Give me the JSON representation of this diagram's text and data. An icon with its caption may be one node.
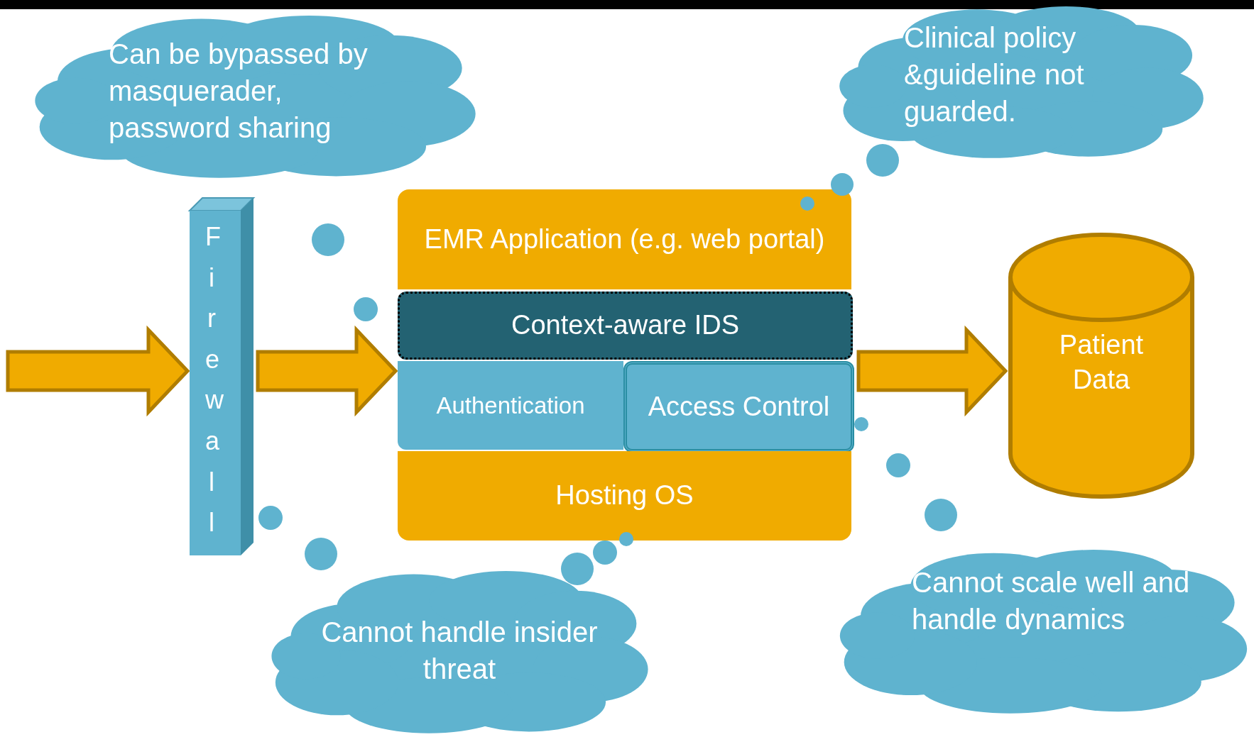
{
  "diagram": {
    "nodes": [
      {
        "text": [
          "Can be bypassed by masquerader, password sharing"
        ]
      },
      {
        "text": [
          "Clinical policy &guideline not guarded."
        ]
      },
      {
        "text": [
          "Firewall"
        ]
      },
      {
        "text": [
          "EMR Application (e.g. web portal)"
        ]
      },
      {
        "text": [
          "Context-aware IDS"
        ]
      },
      {
        "text": [
          "Authentication"
        ]
      },
      {
        "text": [
          "Access Control"
        ]
      },
      {
        "text": [
          "Hosting OS"
        ]
      },
      {
        "text": [
          "Patient Data"
        ]
      },
      {
        "text": [
          "Cannot handle insider threat"
        ]
      },
      {
        "text": [
          "Cannot scale well and handle dynamics"
        ]
      }
    ],
    "edges": [
      {
        "from": null,
        "to": 2,
        "arrow": "to"
      },
      {
        "from": 2,
        "to": 5,
        "arrow": "to"
      },
      {
        "from": 6,
        "to": 8,
        "arrow": "to"
      }
    ]
  }
}
